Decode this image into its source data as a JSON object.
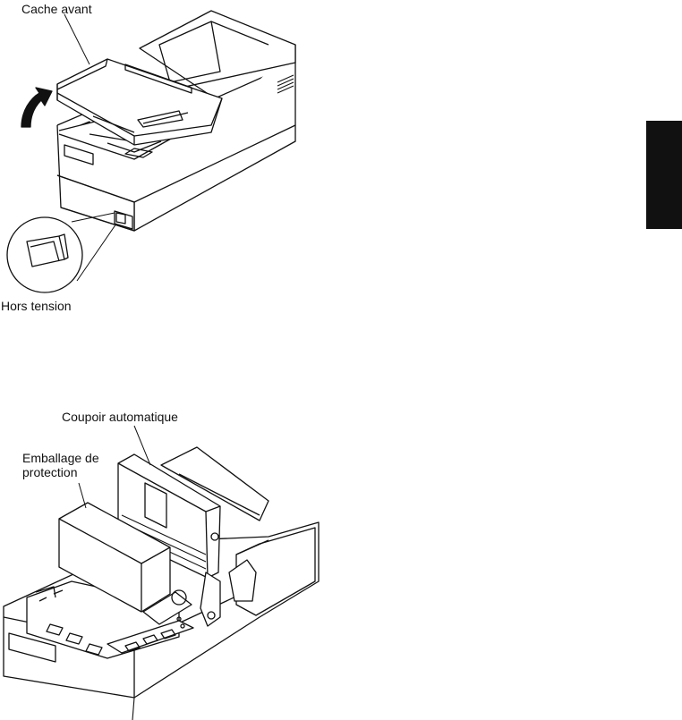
{
  "figure_top": {
    "label_front_cover": "Cache avant",
    "label_power_off": "Hors tension"
  },
  "figure_bottom": {
    "label_auto_cutter": "Coupoir automatique",
    "label_protective_packing": "Emballage de protection"
  },
  "colors": {
    "ink": "#111111",
    "paper": "#ffffff",
    "tab": "#111111"
  }
}
